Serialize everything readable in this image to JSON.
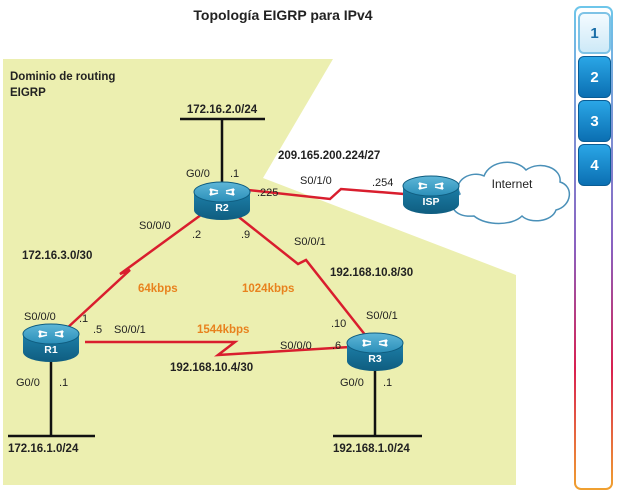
{
  "title": "Topología EIGRP para IPv4",
  "domain_label": [
    "Dominio de routing",
    "EIGRP"
  ],
  "networks": {
    "r2_lan": "172.16.2.0/24",
    "r1_lan": "172.16.1.0/24",
    "r3_lan": "192.168.1.0/24",
    "isp_link": "209.165.200.224/27",
    "r1_r2": "172.16.3.0/30",
    "r2_r3": "192.168.10.8/30",
    "r1_r3": "192.168.10.4/30"
  },
  "bandwidth": {
    "r1_r2": "64kbps",
    "r2_r3": "1024kbps",
    "r1_r3": "1544kbps"
  },
  "devices": {
    "r1": "R1",
    "r2": "R2",
    "r3": "R3",
    "isp": "ISP",
    "internet": "Internet"
  },
  "interfaces": {
    "r2_g00": "G0/0",
    "r2_g00_ip": ".1",
    "r2_isp_ip": ".225",
    "isp_s010": "S0/1/0",
    "isp_ip": ".254",
    "r2_s000": "S0/0/0",
    "r2_s000_ip": ".2",
    "r2_s001": "S0/0/1",
    "r2_s001_ip": ".9",
    "r1_s000": "S0/0/0",
    "r1_s000_ip": ".1",
    "r1_s001": "S0/0/1",
    "r1_s001_ip": ".5",
    "r1_g00": "G0/0",
    "r1_g00_ip": ".1",
    "r3_s001": "S0/0/1",
    "r3_s001_ip": ".10",
    "r3_s000": "S0/0/0",
    "r3_s000_ip": ".6",
    "r3_g00": "G0/0",
    "r3_g00_ip": ".1"
  },
  "nav": {
    "pages": [
      "1",
      "2",
      "3",
      "4"
    ],
    "active": "1"
  },
  "colors": {
    "domain_fill": "#ecefb0",
    "serial_link": "#d91e2e",
    "bandwidth_text": "#e8821e",
    "router_fill": "#1d7fa8",
    "nav_active": "#7ec3e6",
    "nav_inactive": "#0b6fb2"
  }
}
